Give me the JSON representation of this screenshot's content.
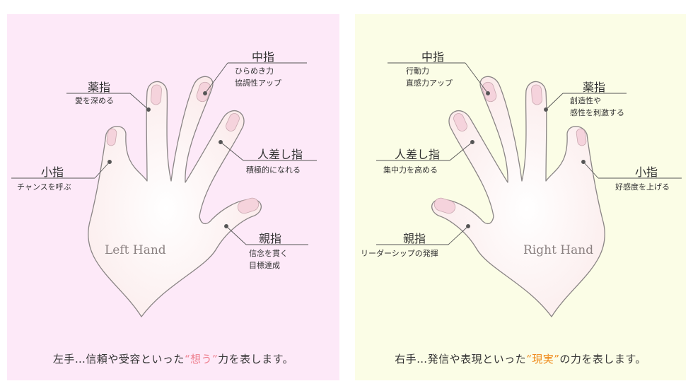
{
  "left": {
    "hand_label": "Left Hand",
    "caption": {
      "before": "左手…信頼や受容といった",
      "highlight": "“想う”",
      "after": "力を表します。"
    },
    "fingers": {
      "middle": {
        "name": "中指",
        "desc": [
          "ひらめき力",
          "協調性アップ"
        ]
      },
      "ring": {
        "name": "薬指",
        "desc": [
          "愛を深める"
        ]
      },
      "index": {
        "name": "人差し指",
        "desc": [
          "積極的になれる"
        ]
      },
      "little": {
        "name": "小指",
        "desc": [
          "チャンスを呼ぶ"
        ]
      },
      "thumb": {
        "name": "親指",
        "desc": [
          "信念を貫く",
          "目標達成"
        ]
      }
    }
  },
  "right": {
    "hand_label": "Right Hand",
    "caption": {
      "before": "右手…発信や表現といった",
      "highlight": "“現実”",
      "after": "の力を表します。"
    },
    "fingers": {
      "middle": {
        "name": "中指",
        "desc": [
          "行動力",
          "直感力アップ"
        ]
      },
      "ring": {
        "name": "薬指",
        "desc": [
          "創造性や",
          "感性を刺激する"
        ]
      },
      "index": {
        "name": "人差し指",
        "desc": [
          "集中力を高める"
        ]
      },
      "little": {
        "name": "小指",
        "desc": [
          "好感度を上げる"
        ]
      },
      "thumb": {
        "name": "親指",
        "desc": [
          "リーダーシップの発揮"
        ]
      }
    }
  },
  "colors": {
    "left_bg": "#fde9f8",
    "right_bg": "#fbfde6",
    "highlight_left": "#ee7f8e",
    "highlight_right": "#ef8a1a",
    "hand_fill": "#fdf1f0",
    "nail": "#f5d3dc",
    "outline": "#8a8585"
  }
}
